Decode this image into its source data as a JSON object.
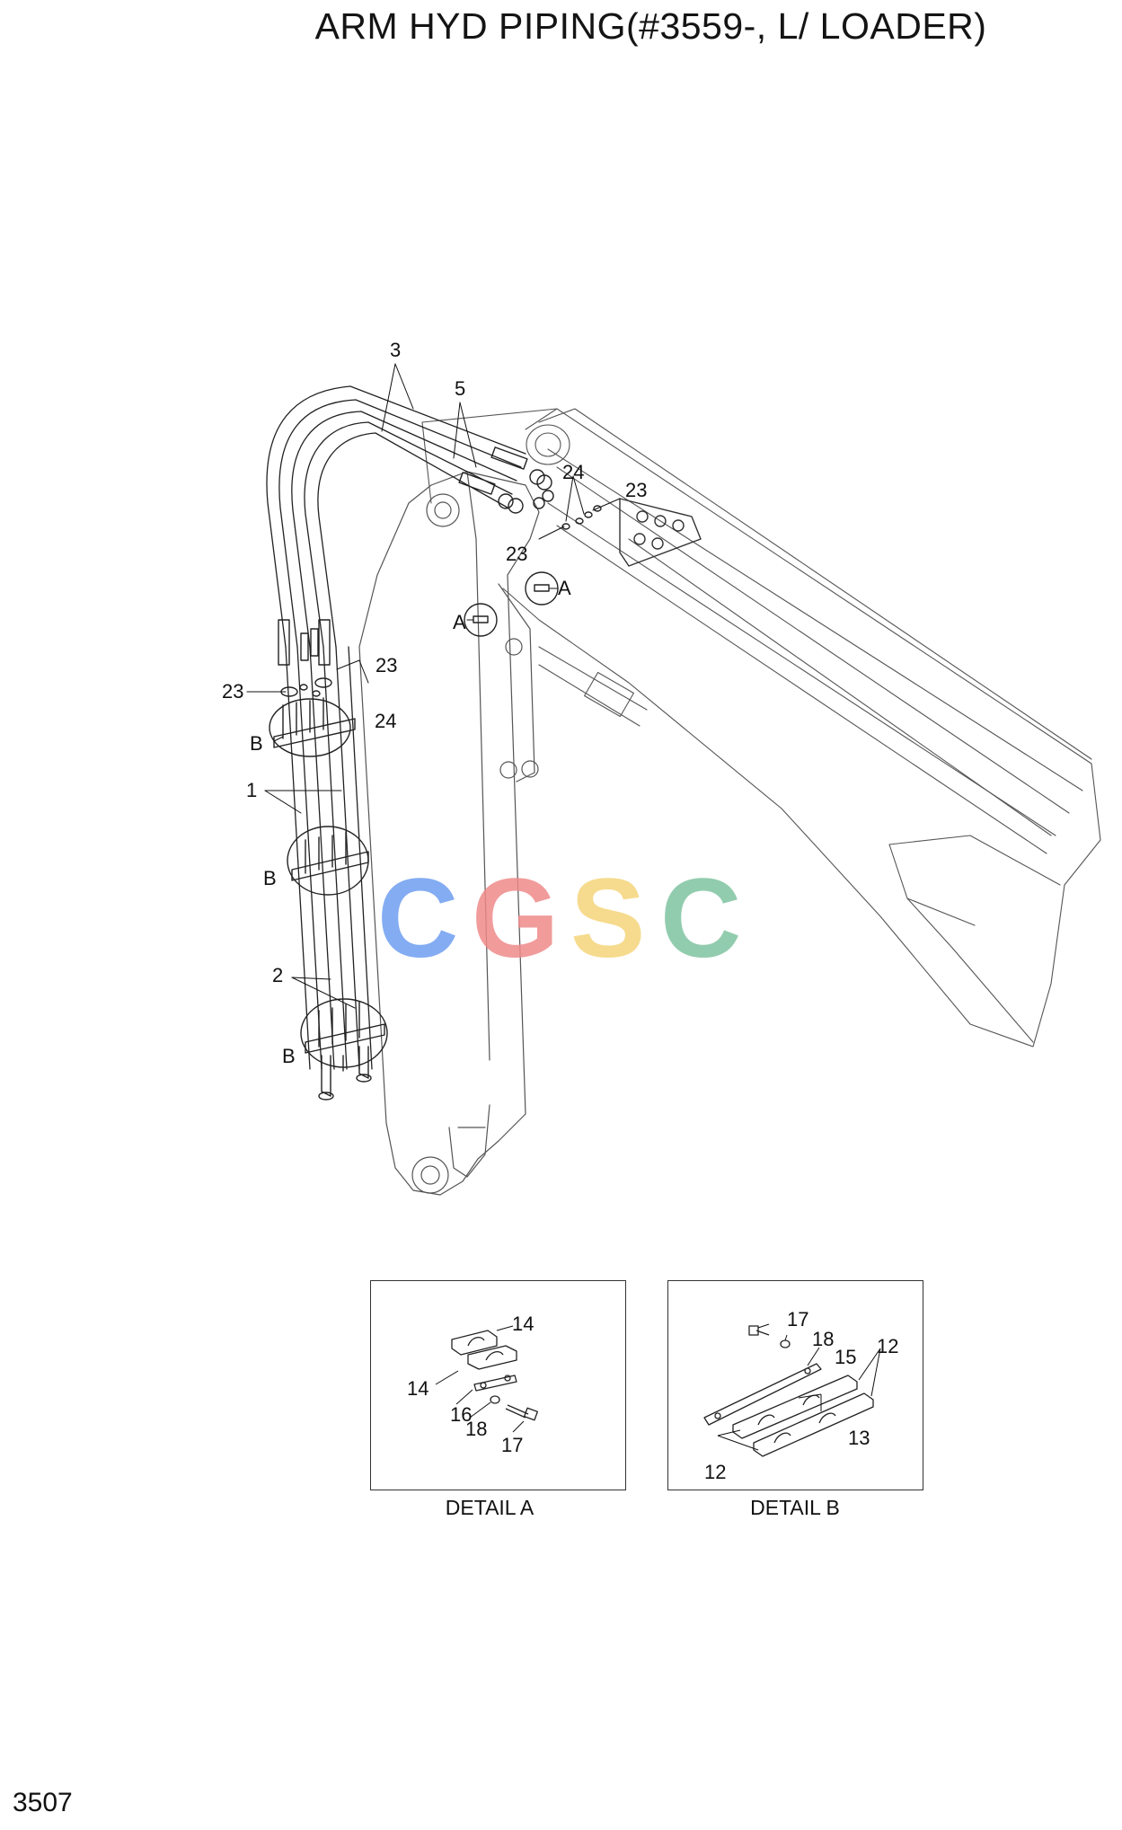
{
  "title": "ARM HYD PIPING(#3559-, L/ LOADER)",
  "page_number": "3507",
  "watermark": {
    "letters": [
      "C",
      "G",
      "S",
      "C"
    ],
    "colors": [
      "#6d9df0",
      "#ee8a8a",
      "#f5d57a",
      "#7fc3a0"
    ]
  },
  "main_callouts": {
    "c1": "1",
    "c2": "2",
    "c3": "3",
    "c5": "5",
    "c23a": "23",
    "c23b": "23",
    "c23c": "23",
    "c23d": "23",
    "c24a": "24",
    "c24b": "24",
    "ca1": "A",
    "ca2": "A",
    "cb1": "B",
    "cb2": "B",
    "cb3": "B"
  },
  "detail_a": {
    "caption": "DETAIL A",
    "labels": {
      "l14a": "14",
      "l14b": "14",
      "l16": "16",
      "l18": "18",
      "l17": "17"
    }
  },
  "detail_b": {
    "caption": "DETAIL B",
    "labels": {
      "l17": "17",
      "l18": "18",
      "l15": "15",
      "l12a": "12",
      "l13": "13",
      "l12b": "12"
    }
  }
}
